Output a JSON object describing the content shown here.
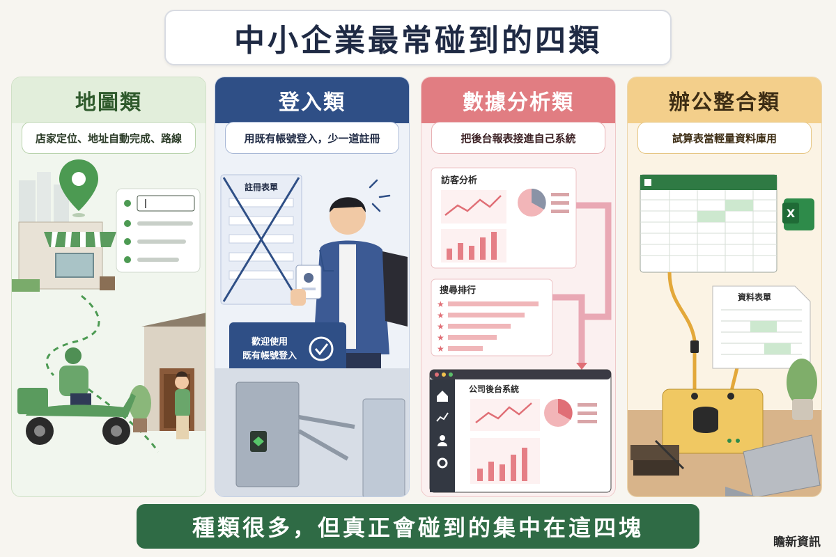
{
  "title": "中小企業最常碰到的四類",
  "panels": [
    {
      "heading": "地圖類",
      "subtitle": "店家定位、地址自動完成、路線"
    },
    {
      "heading": "登入類",
      "subtitle": "用既有帳號登入，少一道註冊",
      "form_label": "註冊表單",
      "welcome_line1": "歡迎使用",
      "welcome_line2": "既有帳號登入"
    },
    {
      "heading": "數據分析類",
      "subtitle": "把後台報表接進自己系統",
      "visitor_card": "訪客分析",
      "search_card": "搜尋排行",
      "backend_label": "公司後台系統"
    },
    {
      "heading": "辦公整合類",
      "subtitle": "試算表當輕量資料庫用",
      "sheet_label": "資料表單"
    }
  ],
  "footer": "種類很多，但真正會碰到的集中在這四塊",
  "brand": "瞻新資訊",
  "colors": {
    "map": "#2f5a2c",
    "login": "#2f4f86",
    "data": "#e17d82",
    "office": "#f3cf8b",
    "footer": "#2f6b45"
  }
}
